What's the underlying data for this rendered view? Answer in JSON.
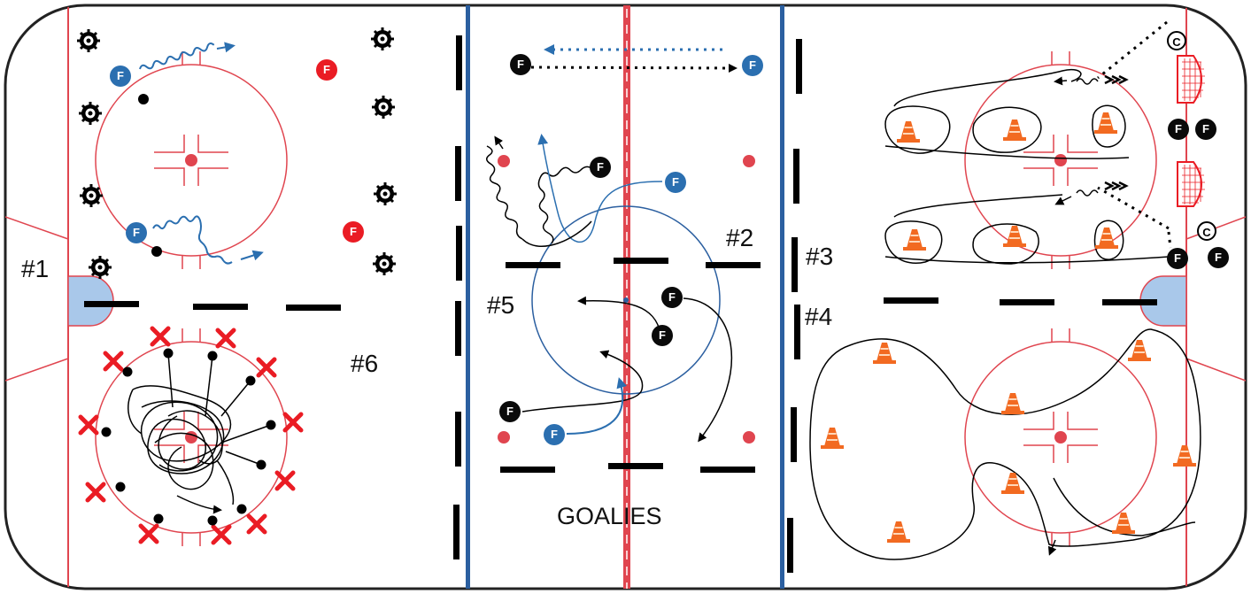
{
  "colors": {
    "rink_red": "#e0454f",
    "blue_line": "#2b5fa0",
    "player_blue": "#2b6fb0",
    "player_red": "#ea1c24",
    "cone_orange": "#f26a21",
    "crease_blue": "#a9c8ea"
  },
  "stations": {
    "s1": "#1",
    "s2": "#2",
    "s3": "#3",
    "s4": "#4",
    "s5": "#5",
    "s6": "#6"
  },
  "player_letter": "F",
  "coach_letter": "C",
  "goalies_label": "GOALIES",
  "icons": [
    "tire-icon",
    "cone-icon",
    "x-marker-icon",
    "puck-icon",
    "net-icon"
  ]
}
